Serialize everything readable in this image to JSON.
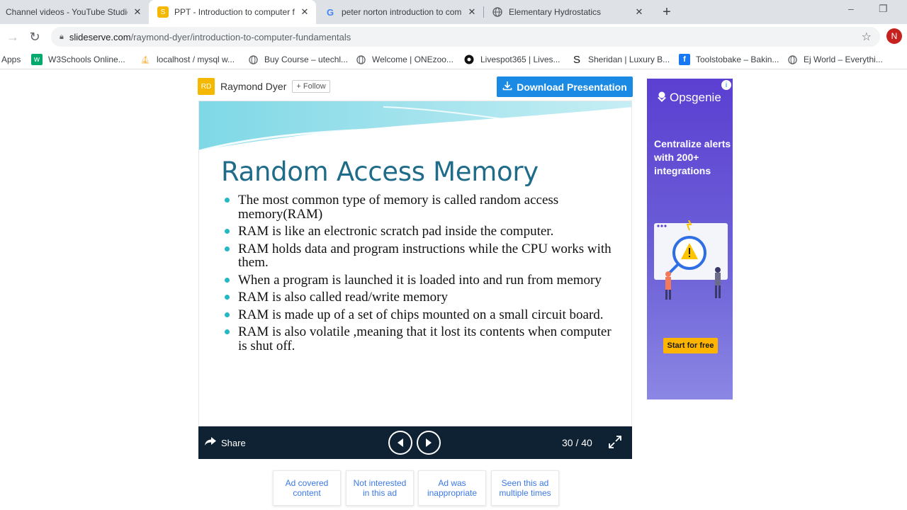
{
  "browser": {
    "tabs": [
      {
        "title": "Channel videos - YouTube Studio",
        "favicon": "youtube-studio-icon"
      },
      {
        "title": "PPT - Introduction to computer f",
        "favicon": "slideserve-icon"
      },
      {
        "title": "peter norton introduction to com",
        "favicon": "google-icon"
      },
      {
        "title": "Elementary Hydrostatics",
        "favicon": "globe-icon"
      }
    ],
    "url_domain": "slideserve.com",
    "url_path": "/raymond-dyer/introduction-to-computer-fundamentals",
    "profile_initial": "N",
    "bookmarks": [
      {
        "label": "Apps",
        "icon": "apps-grid-icon"
      },
      {
        "label": "W3Schools Online...",
        "icon": "w3schools-icon"
      },
      {
        "label": "localhost / mysql w...",
        "icon": "phpmyadmin-icon"
      },
      {
        "label": "Buy Course – utechl...",
        "icon": "globe-icon"
      },
      {
        "label": "Welcome | ONEzoo...",
        "icon": "globe-icon"
      },
      {
        "label": "Livespot365 | Lives...",
        "icon": "livespot-icon"
      },
      {
        "label": "Sheridan | Luxury B...",
        "icon": "sheridan-icon"
      },
      {
        "label": "Toolstobake – Bakin...",
        "icon": "facebook-icon"
      },
      {
        "label": "Ej World – Everythi...",
        "icon": "globe-icon"
      }
    ]
  },
  "page": {
    "author_initials": "RD",
    "author_name": "Raymond Dyer",
    "follow_label": "+ Follow",
    "download_label": "Download Presentation",
    "slide": {
      "title": "Random Access Memory",
      "bullets": [
        "The most common type of memory is called random access memory(RAM)",
        "RAM is like an electronic scratch pad inside the computer.",
        "RAM holds data and program instructions while the CPU works with them.",
        "When a program is launched it is loaded into and run from memory",
        "RAM is also called read/write memory",
        "RAM is made up of a set of chips mounted on a small circuit board.",
        "RAM is also volatile ,meaning that it lost its contents when computer is shut off."
      ]
    },
    "controls": {
      "share_label": "Share",
      "counter": "30 / 40"
    },
    "ad": {
      "brand": "Opsgenie",
      "headline": "Centralize alerts with 200+ integrations",
      "cta": "Start for free"
    },
    "feedback": [
      "Ad covered content",
      "Not interested in this ad",
      "Ad was inappropriate",
      "Seen this ad multiple times"
    ]
  },
  "colors": {
    "accent": "#1a8ae5",
    "slide_title": "#1f6b8a",
    "bullet": "#22b8c4",
    "controls_bar": "#0e2233",
    "ad_bg": "#5b3fd1",
    "ad_cta": "#ffb400"
  }
}
